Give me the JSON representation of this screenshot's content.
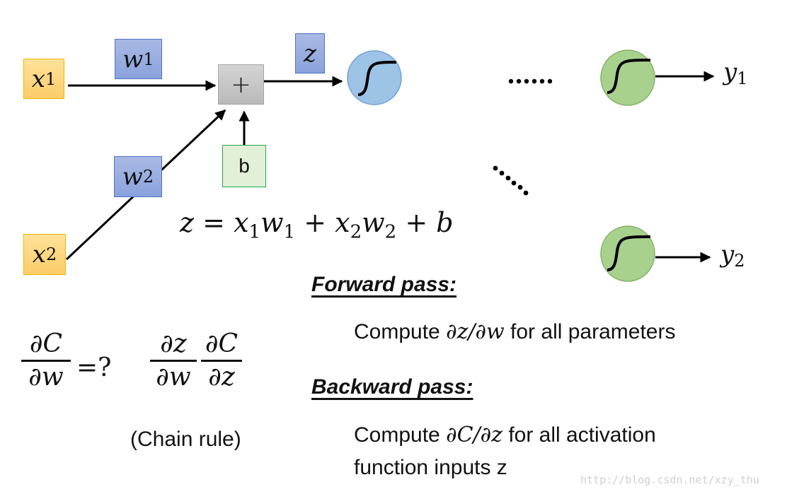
{
  "diagram": {
    "inputs": [
      {
        "symbol": "x",
        "subscript": "1"
      },
      {
        "symbol": "x",
        "subscript": "2"
      }
    ],
    "weights": [
      {
        "symbol": "w",
        "subscript": "1"
      },
      {
        "symbol": "w",
        "subscript": "2"
      }
    ],
    "sum_node": {
      "label": "+"
    },
    "bias": {
      "label": "b"
    },
    "z_label": {
      "symbol": "z"
    },
    "ellipsis_horizontal": "......",
    "ellipsis_diagonal": "......",
    "outputs": [
      {
        "symbol": "y",
        "subscript": "1"
      },
      {
        "symbol": "y",
        "subscript": "2"
      }
    ],
    "colors": {
      "input_fill": "#fdd47f",
      "input_border": "#f0b400",
      "weight_fill": "#95acdf",
      "weight_border": "#4f74c4",
      "sum_fill": "#c6c6c6",
      "bias_fill": "#e2f0d9",
      "bias_border": "#20a84a",
      "hidden_neuron_fill": "#9dc3e6",
      "hidden_neuron_border": "#6f9fd8",
      "output_neuron_fill": "#a9d18e",
      "output_neuron_border": "#82b366"
    }
  },
  "equation": {
    "lhs": "z",
    "eq": "=",
    "terms": [
      {
        "a": "x",
        "a_sub": "1",
        "b": "w",
        "b_sub": "1"
      },
      {
        "a": "x",
        "a_sub": "2",
        "b": "w",
        "b_sub": "2"
      }
    ],
    "plus": "+",
    "bias": "b"
  },
  "chain_rule": {
    "lhs": {
      "num": "∂C",
      "den": "∂w"
    },
    "eq_question": "=?",
    "rhs": [
      {
        "num": "∂z",
        "den": "∂w"
      },
      {
        "num": "∂C",
        "den": "∂z"
      }
    ],
    "caption": "(Chain rule)"
  },
  "forward": {
    "heading": "Forward pass:",
    "text_before": "Compute ",
    "math": "∂z/∂w",
    "text_after": " for all parameters"
  },
  "backward": {
    "heading": "Backward pass:",
    "text_before": "Compute ",
    "math": "∂C/∂z",
    "text_after": " for all activation",
    "line2": "function inputs z"
  },
  "watermark": "http://blog.csdn.net/xzy_thu"
}
